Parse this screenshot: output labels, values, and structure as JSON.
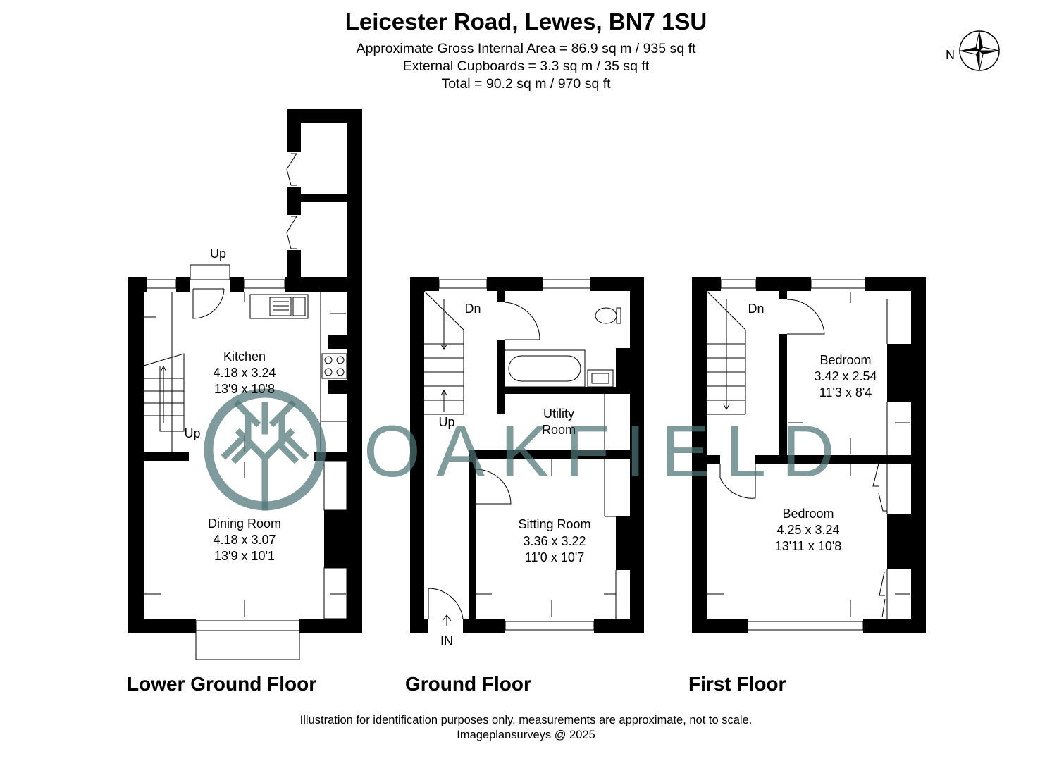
{
  "header": {
    "title": "Leicester Road, Lewes, BN7 1SU",
    "gross_area": "Approximate Gross Internal Area = 86.9 sq m / 935 sq ft",
    "cupboards": "External Cupboards = 3.3 sq m / 35 sq ft",
    "total": "Total = 90.2 sq m / 970 sq ft"
  },
  "compass": {
    "label": "N"
  },
  "watermark": {
    "text": "OAKFIELD",
    "color": "#4f7577"
  },
  "floors": {
    "lower_ground": {
      "label": "Lower Ground Floor",
      "rooms": {
        "kitchen": {
          "name": "Kitchen",
          "metric": "4.18 x 3.24",
          "imperial": "13'9 x 10'8"
        },
        "dining": {
          "name": "Dining Room",
          "metric": "4.18 x 3.07",
          "imperial": "13'9 x 10'1"
        }
      },
      "up_door": "Up",
      "up_stairs": "Up"
    },
    "ground": {
      "label": "Ground Floor",
      "rooms": {
        "utility": {
          "name_line1": "Utility",
          "name_line2": "Room"
        },
        "sitting": {
          "name": "Sitting Room",
          "metric": "3.36 x 3.22",
          "imperial": "11'0 x 10'7"
        }
      },
      "dn": "Dn",
      "up": "Up",
      "entrance": "IN"
    },
    "first": {
      "label": "First Floor",
      "rooms": {
        "bedroom_small": {
          "name": "Bedroom",
          "metric": "3.42 x 2.54",
          "imperial": "11'3 x 8'4"
        },
        "bedroom_large": {
          "name": "Bedroom",
          "metric": "4.25 x 3.24",
          "imperial": "13'11 x 10'8"
        }
      },
      "dn": "Dn"
    }
  },
  "footer": {
    "disclaimer": "Illustration for identification purposes only, measurements are approximate, not to scale.",
    "credit": "Imageplansurveys @ 2025"
  }
}
